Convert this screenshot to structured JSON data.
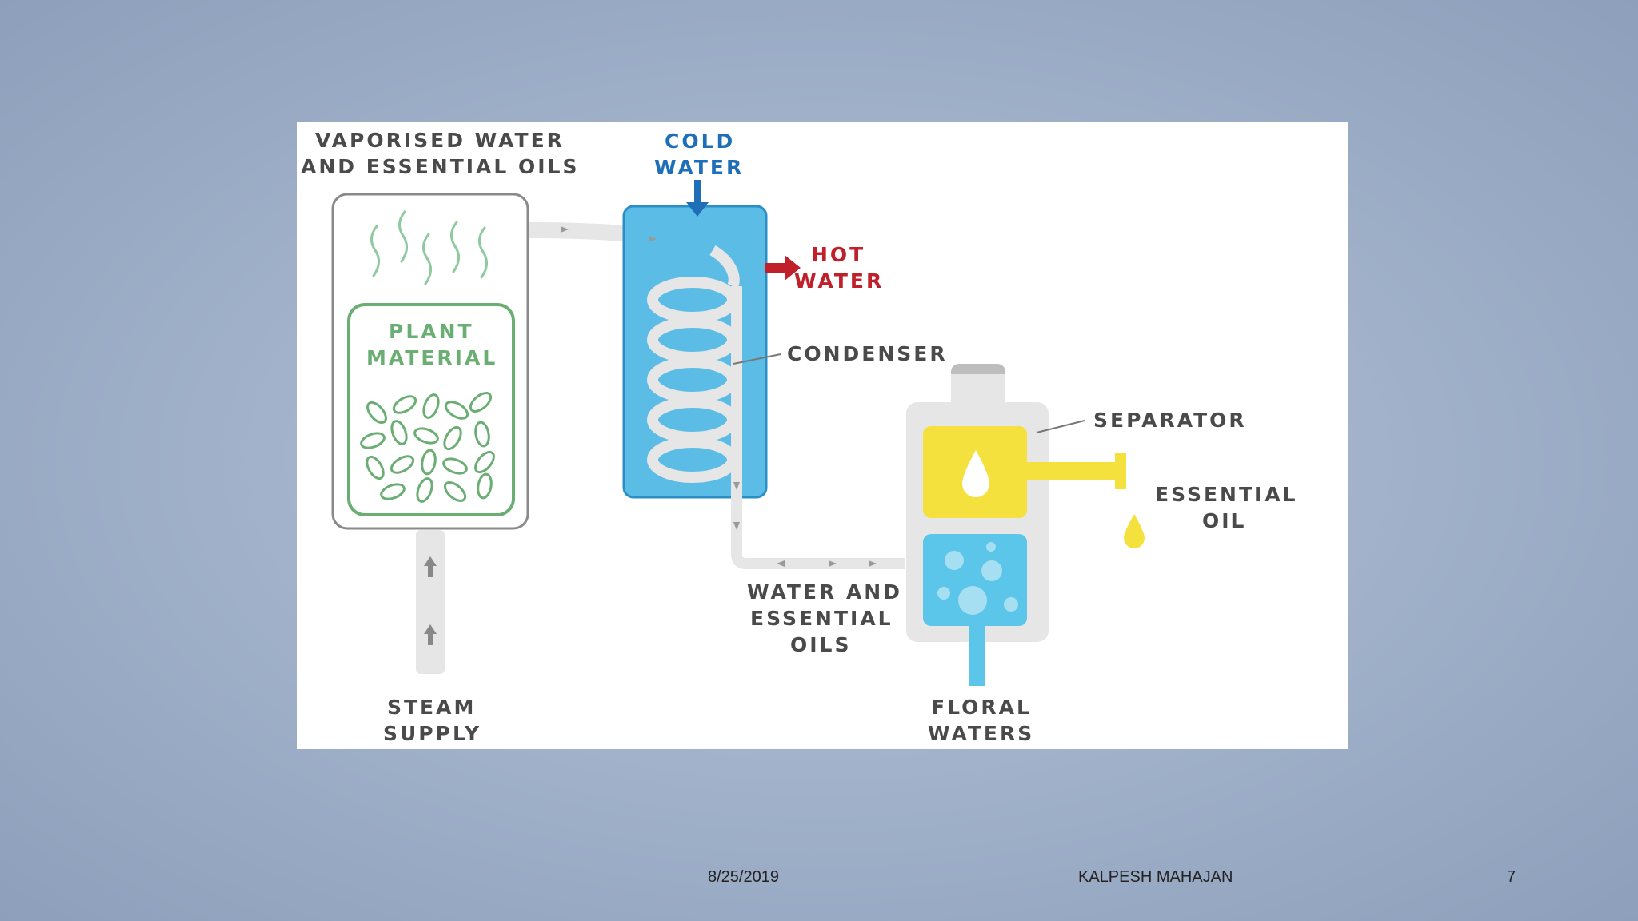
{
  "diagram": {
    "labels": {
      "vaporised_1": "VAPORISED WATER",
      "vaporised_2": "AND ESSENTIAL OILS",
      "cold_1": "COLD",
      "cold_2": "WATER",
      "hot_1": "HOT",
      "hot_2": "WATER",
      "plant_1": "PLANT",
      "plant_2": "MATERIAL",
      "condenser": "CONDENSER",
      "separator": "SEPARATOR",
      "essential_1": "ESSENTIAL",
      "essential_2": "OIL",
      "water_oils_1": "WATER AND",
      "water_oils_2": "ESSENTIAL",
      "water_oils_3": "OILS",
      "steam_1": "STEAM",
      "steam_2": "SUPPLY",
      "floral_1": "FLORAL",
      "floral_2": "WATERS"
    },
    "colors": {
      "cold": "#1f6fb8",
      "hot": "#c0202a",
      "plant": "#6aae74",
      "text": "#4a4a4a",
      "condenser": "#5bbde6",
      "oil": "#f5e13d",
      "water": "#5bc6ea",
      "pipe": "#e6e6e6"
    }
  },
  "footer": {
    "date": "8/25/2019",
    "author": "KALPESH MAHAJAN",
    "page": "7"
  }
}
